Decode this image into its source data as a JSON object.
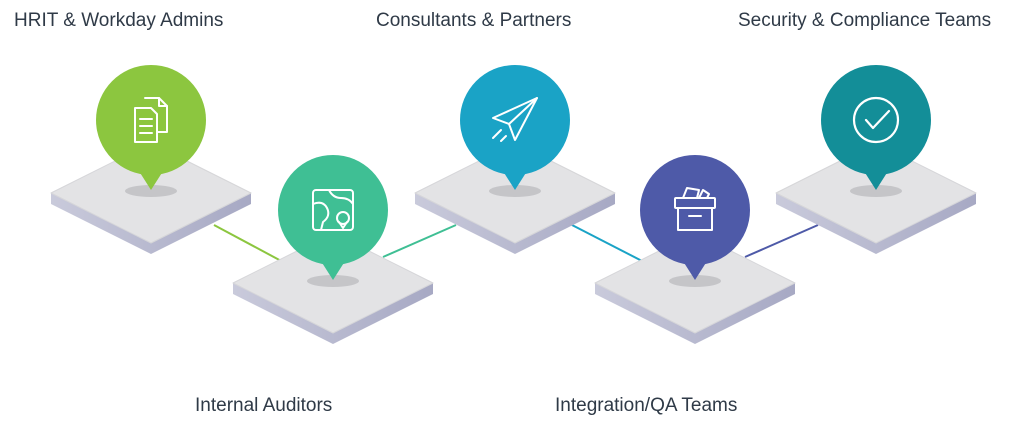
{
  "nodes": [
    {
      "label": "HRIT & Workday Admins",
      "icon": "documents-icon",
      "color": "#8cc63f"
    },
    {
      "label": "Internal Auditors",
      "icon": "map-location-icon",
      "color": "#3fbf94"
    },
    {
      "label": "Consultants & Partners",
      "icon": "paper-plane-icon",
      "color": "#1aa3c6"
    },
    {
      "label": "Integration/QA Teams",
      "icon": "archive-box-icon",
      "color": "#4e5aa8"
    },
    {
      "label": "Security & Compliance Teams",
      "icon": "check-circle-icon",
      "color": "#138e98"
    }
  ],
  "colors": {
    "platform_top": "#e2e2e4",
    "platform_side": "#b8b9cf",
    "shadow": "#c3c3c6"
  }
}
